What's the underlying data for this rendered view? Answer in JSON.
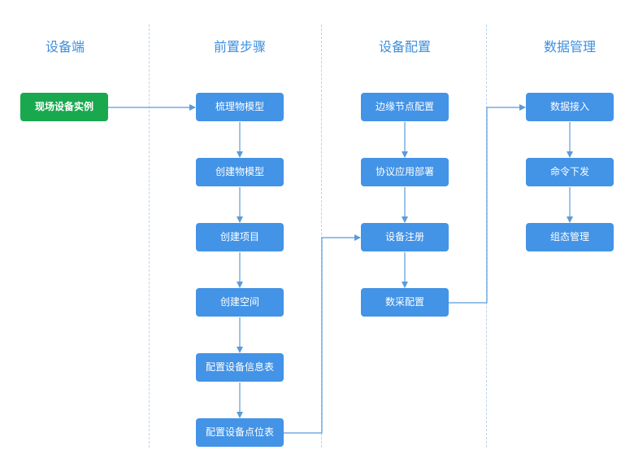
{
  "columns": [
    "设备端",
    "前置步骤",
    "设备配置",
    "数据管理"
  ],
  "nodes": {
    "device_instance": "现场设备实例",
    "sort_model": "梳理物模型",
    "create_model": "创建物模型",
    "create_project": "创建项目",
    "create_space": "创建空间",
    "config_info_table": "配置设备信息表",
    "config_point_table": "配置设备点位表",
    "edge_node_config": "边缘节点配置",
    "protocol_deploy": "协议应用部署",
    "device_register": "设备注册",
    "data_collect_config": "数采配置",
    "data_access": "数据接入",
    "command_issue": "命令下发",
    "config_manage": "组态管理"
  },
  "colors": {
    "title": "#3d8fdd",
    "node": "#4393e6",
    "device_node": "#1aa84f",
    "arrow": "#5b9bd8",
    "divider": "#b7d3ef"
  }
}
